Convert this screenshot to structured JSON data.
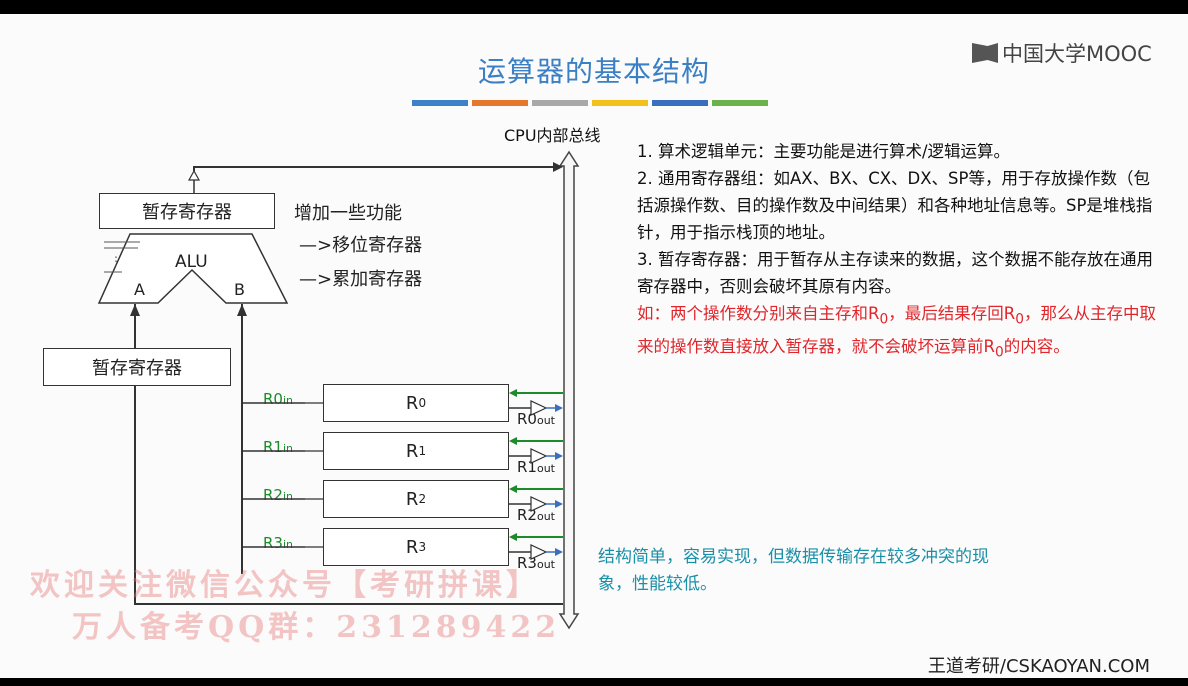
{
  "title": "运算器的基本结构",
  "logo_text": "中国大学MOOC",
  "accent_bars": [
    "#3b82c8",
    "#e6782e",
    "#a8a8a8",
    "#f2c21b",
    "#3a6fc0",
    "#6cb24a"
  ],
  "bus_label": "CPU内部总线",
  "diagram": {
    "top_temp_register": "暂存寄存器",
    "alu_label": "ALU",
    "alu_input_a": "A",
    "alu_input_b": "B",
    "lower_temp_register": "暂存寄存器",
    "added_functions": [
      "增加一些功能",
      "—>移位寄存器",
      "—>累加寄存器"
    ],
    "registers": [
      {
        "base": "R",
        "sub": "0",
        "in_base": "R0",
        "in_sub": "in",
        "out_base": "R0",
        "out_sub": "out"
      },
      {
        "base": "R",
        "sub": "1",
        "in_base": "R1",
        "in_sub": "in",
        "out_base": "R1",
        "out_sub": "out"
      },
      {
        "base": "R",
        "sub": "2",
        "in_base": "R2",
        "in_sub": "in",
        "out_base": "R2",
        "out_sub": "out"
      },
      {
        "base": "R",
        "sub": "3",
        "in_base": "R3",
        "in_sub": "in",
        "out_base": "R3",
        "out_sub": "out"
      }
    ]
  },
  "notes": {
    "p1": "1. 算术逻辑单元：主要功能是进行算术/逻辑运算。",
    "p2": "2. 通用寄存器组：如AX、BX、CX、DX、SP等，用于存放操作数（包括源操作数、目的操作数及中间结果）和各种地址信息等。SP是堆栈指针，用于指示栈顶的地址。",
    "p3": "3. 暂存寄存器：用于暂存从主存读来的数据，这个数据不能存放在通用寄存器中，否则会破坏其原有内容。",
    "red_a": "如：两个操作数分别来自主存和R",
    "red_sub1": "0",
    "red_b": "，最后结果存回R",
    "red_sub2": "0",
    "red_c": "，那么从主存中取来的操作数直接放入暂存器，就不会破坏运算前R",
    "red_sub3": "0",
    "red_d": "的内容。"
  },
  "note_bottom": "结构简单，容易实现，但数据传输存在较多冲突的现象，性能较低。",
  "watermark_line1": "欢迎关注微信公众号【考研拼课】",
  "watermark_line2": "万人备考QQ群：231289422",
  "footer": "王道考研/CSKAOYAN.COM",
  "colors": {
    "title": "#3b7fc4",
    "red_text": "#e0262b",
    "teal_text": "#1a8fa8",
    "in_signal": "#1a8c2a",
    "bus_fill": "#f7f7f7"
  }
}
